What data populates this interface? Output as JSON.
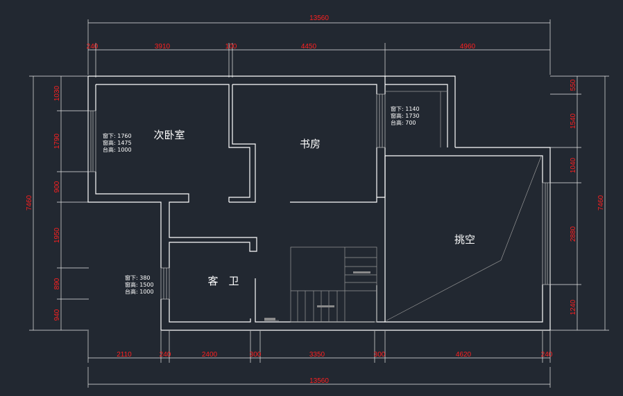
{
  "dimensions": {
    "top_total": "13560",
    "top_segments": [
      "240",
      "3910",
      "100",
      "4450",
      "4960"
    ],
    "bottom_total": "13560",
    "bottom_segments": [
      "2110",
      "240",
      "2400",
      "300",
      "3350",
      "300",
      "4620",
      "240"
    ],
    "left_total": "7460",
    "left_segments": [
      "1030",
      "1790",
      "900",
      "1950",
      "890",
      "940"
    ],
    "right_total": "7460",
    "right_segments": [
      "550",
      "1540",
      "1040",
      "2880",
      "1240"
    ]
  },
  "rooms": {
    "bedroom": "次卧室",
    "study": "书房",
    "void": "挑空",
    "bathroom": "客　卫"
  },
  "notes": {
    "bedroom_window": [
      "窗下: 1760",
      "窗高: 1475",
      "台高: 1000"
    ],
    "study_window": [
      "窗下: 1140",
      "窗高: 1730",
      "台高: 700"
    ],
    "bath_window": [
      "窗下: 380",
      "窗高: 1500",
      "台高: 1000"
    ]
  }
}
